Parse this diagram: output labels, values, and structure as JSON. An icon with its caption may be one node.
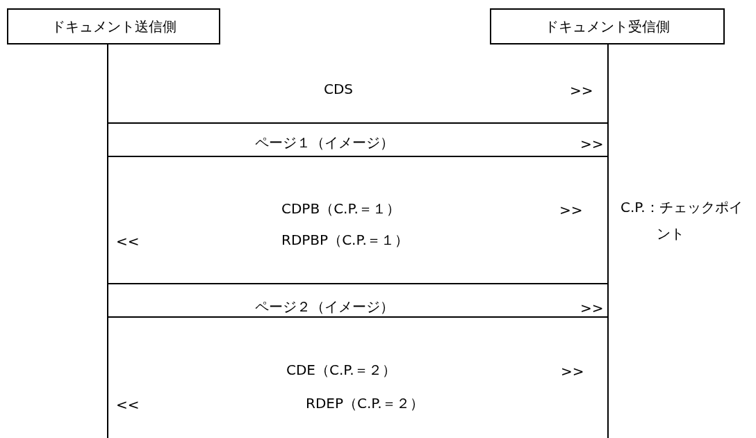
{
  "diagram": {
    "nodes": [
      {
        "text": [
          "ドキュメント送信側"
        ]
      },
      {
        "text": [
          "ドキュメント受信側"
        ]
      }
    ],
    "edges": [
      {
        "from": 0,
        "to": null,
        "arrow": "none"
      },
      {
        "from": 1,
        "to": null,
        "arrow": "none"
      }
    ],
    "labels": [
      "CDS",
      ">>",
      "ページ１（イメージ）",
      ">>",
      "CDPB（C.P.＝１）",
      ">>",
      "C.P.：チェックポイント",
      "<<",
      "RDPBP（C.P.＝１）",
      "ページ２（イメージ）",
      ">>",
      "CDE（C.P.＝２）",
      ">>",
      "<<",
      "RDEP（C.P.＝２）"
    ]
  }
}
